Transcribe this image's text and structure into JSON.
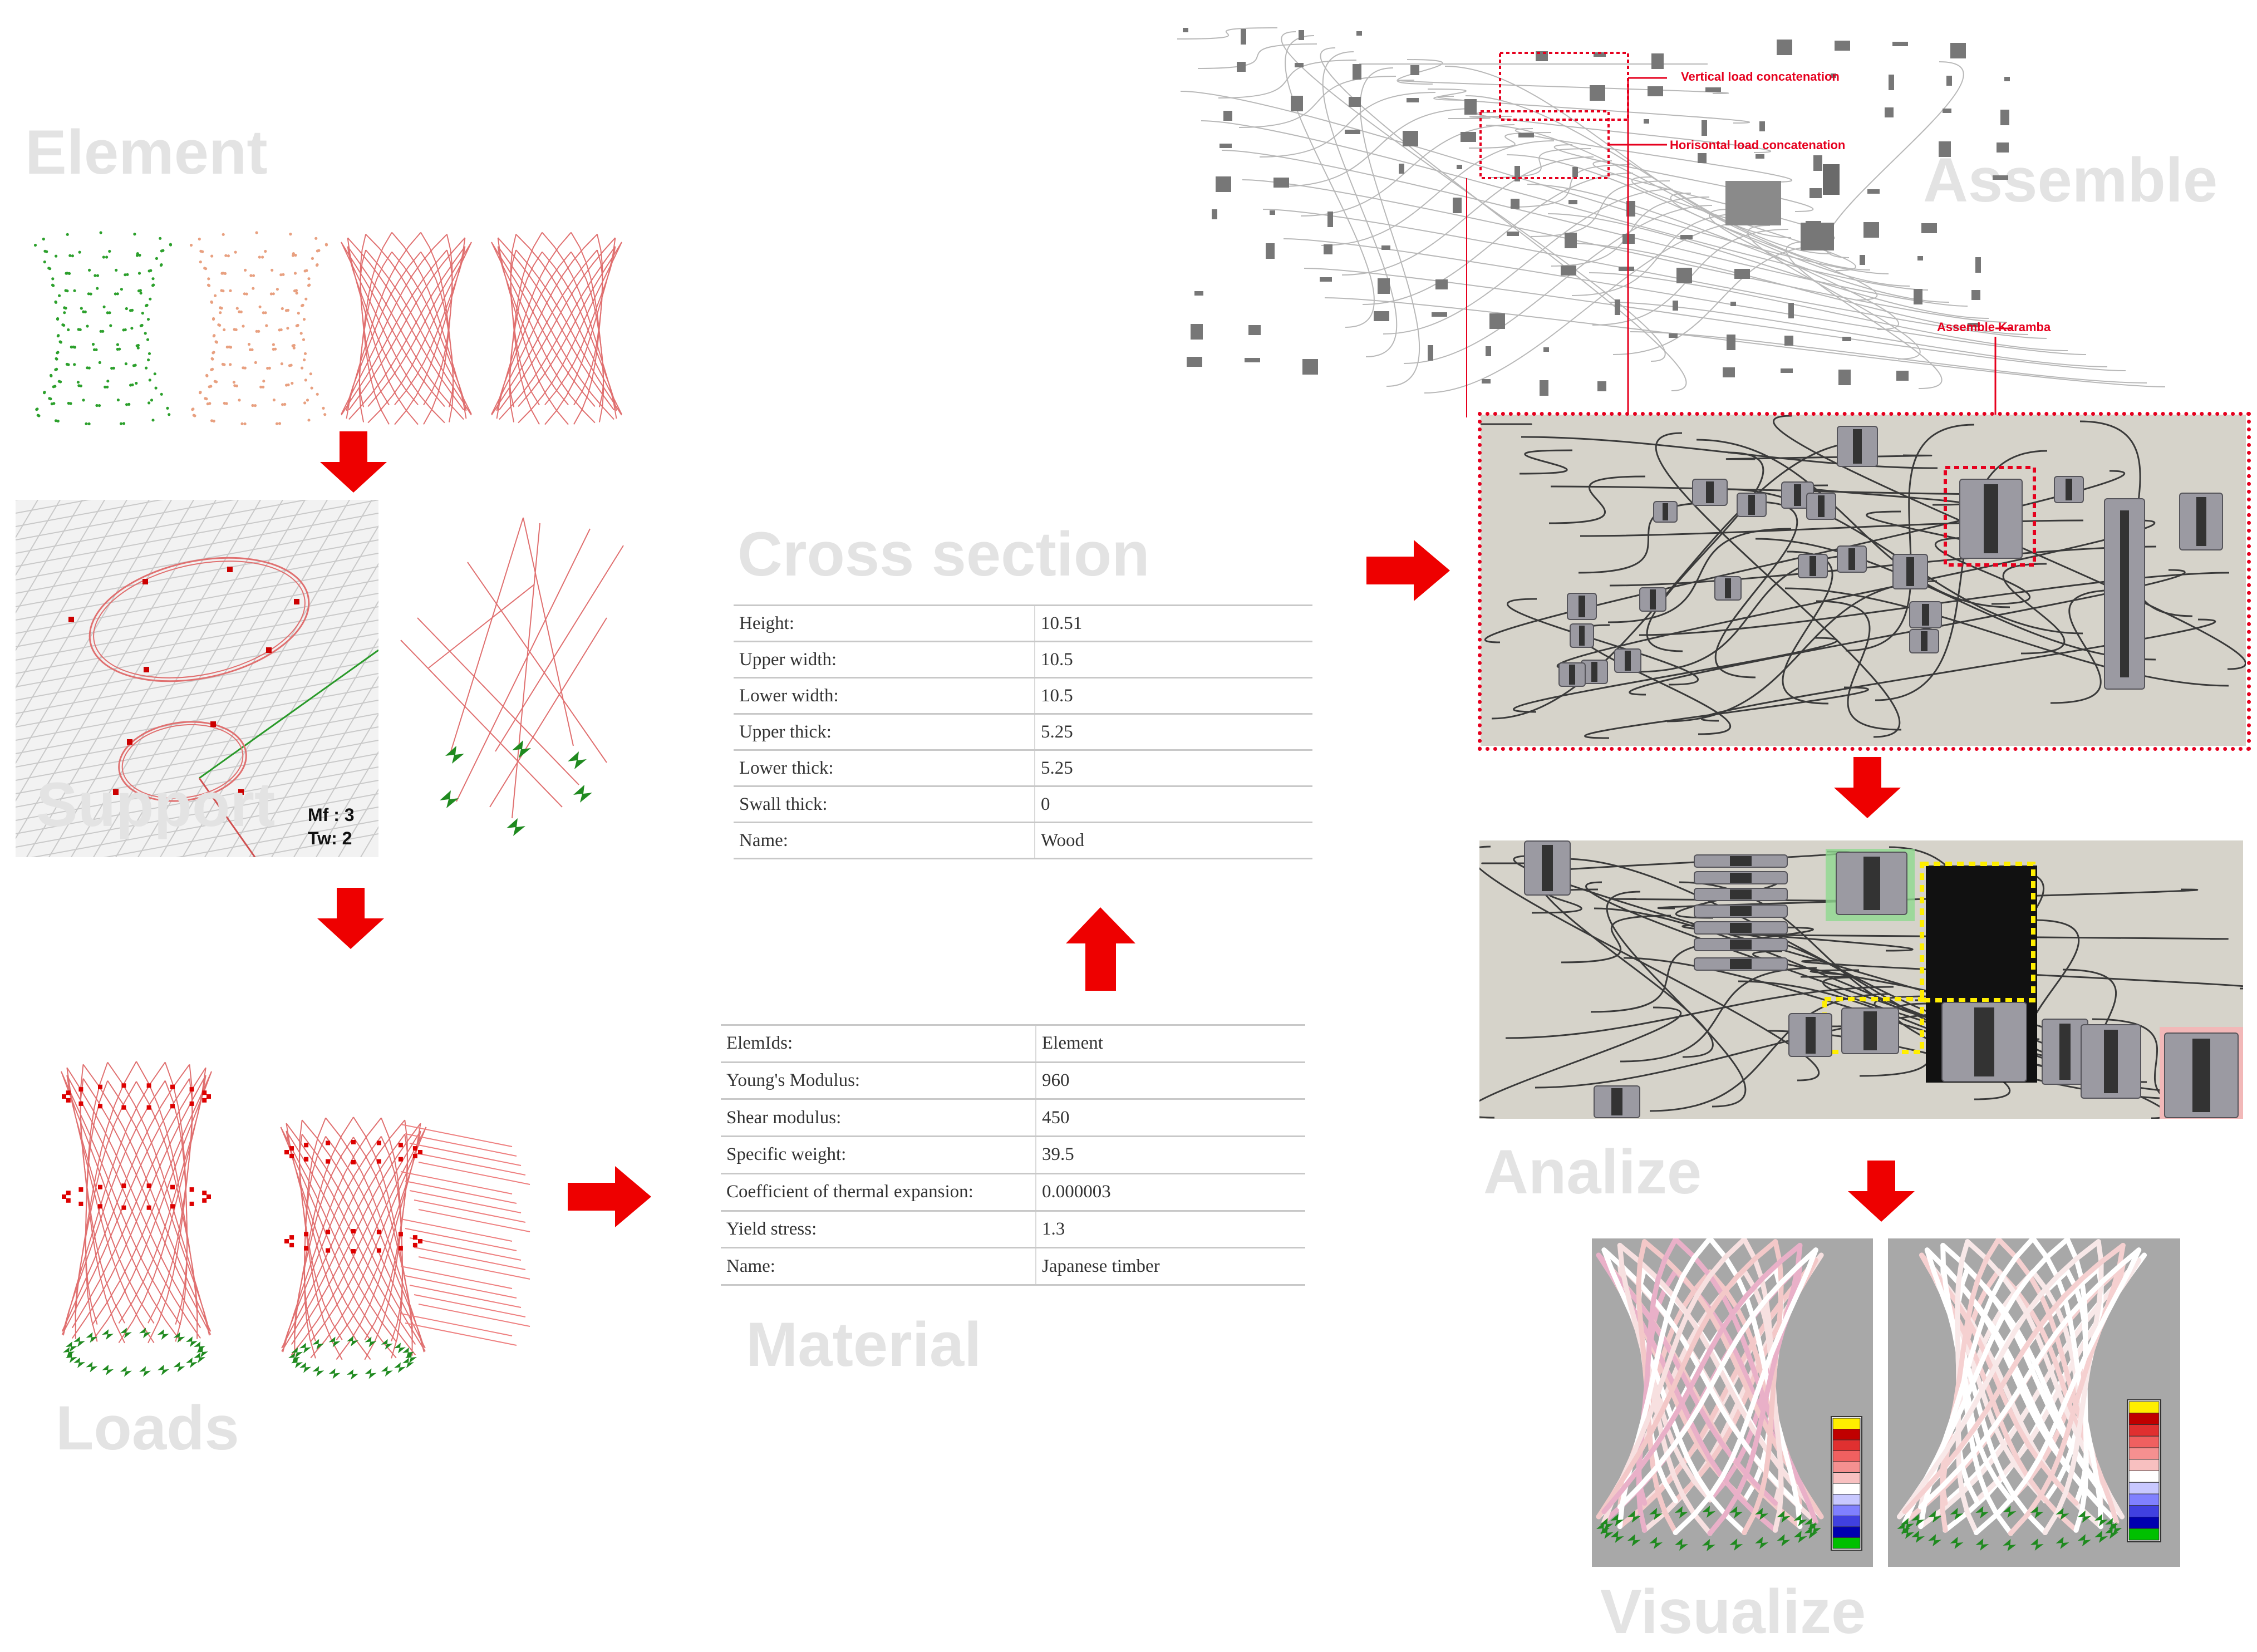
{
  "titles": {
    "element": "Element",
    "support": "Support",
    "loads": "Loads",
    "cross_section": "Cross section",
    "material": "Material",
    "assemble": "Assemble",
    "analize": "Analize",
    "visualize": "Visualize"
  },
  "support_info": {
    "mf": "Mf : 3",
    "tw": "Tw: 2"
  },
  "cross_section": {
    "rows": [
      {
        "key": "Height:",
        "value": "10.51"
      },
      {
        "key": "Upper width:",
        "value": "10.5"
      },
      {
        "key": "Lower width:",
        "value": "10.5"
      },
      {
        "key": "Upper thick:",
        "value": "5.25"
      },
      {
        "key": "Lower thick:",
        "value": "5.25"
      },
      {
        "key": "Swall thick:",
        "value": "0"
      },
      {
        "key": "Name:",
        "value": "Wood"
      }
    ]
  },
  "material": {
    "rows": [
      {
        "key": "ElemIds:",
        "value": "Element"
      },
      {
        "key": "Young's Modulus:",
        "value": "960"
      },
      {
        "key": "Shear modulus:",
        "value": "450"
      },
      {
        "key": "Specific weight:",
        "value": "39.5"
      },
      {
        "key": "Coefficient of thermal expansion:",
        "value": "0.000003"
      },
      {
        "key": "Yield stress:",
        "value": "1.3"
      },
      {
        "key": "Name:",
        "value": "Japanese timber"
      }
    ]
  },
  "assemble_annotations": {
    "vertical": "Vertical load concatenation",
    "horizontal": "Horisontal load concatenation",
    "karamba": "Assemble Karamba"
  },
  "colors": {
    "title_gray": "#e3e3e3",
    "arrow_red": "#ee0000",
    "point_green": "#2ca02c",
    "point_salmon": "#e8a080",
    "line_red": "#e05a5a",
    "highlight_yellow": "#ffee00",
    "gh_canvas": "#d6d3ca"
  }
}
